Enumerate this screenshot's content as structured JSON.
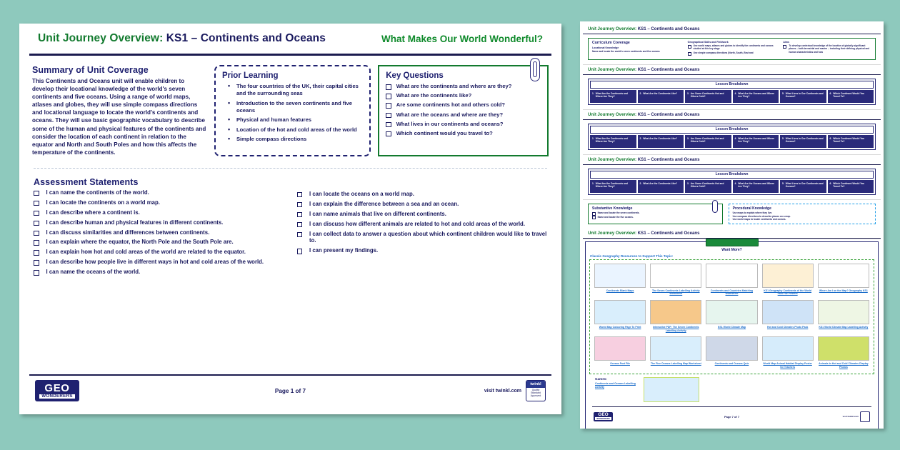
{
  "background_color": "#8ec9bd",
  "colors": {
    "navy": "#1f2170",
    "green": "#127a2e",
    "link_blue": "#1a6cc9"
  },
  "main_page": {
    "header": {
      "title_green": "Unit Journey Overview:",
      "title_navy": " KS1 – Continents and Oceans",
      "subtitle": "What Makes Our World Wonderful?"
    },
    "summary": {
      "heading": "Summary of Unit Coverage",
      "text": "This Continents and Oceans unit will enable children to develop their locational knowledge of the world's seven continents and five oceans. Using a range of world maps, atlases and globes, they will use simple compass directions and locational language to locate the world's continents and oceans. They will use basic geographic vocabulary to describe some of the human and physical features of the continents and consider the location of each continent in relation to the equator and North and South Poles and how this affects the temperature of the continents."
    },
    "prior_learning": {
      "heading": "Prior Learning",
      "items": [
        "The four countries of the UK, their capital cities and the surrounding seas",
        "Introduction to the seven continents and five oceans",
        "Physical and human features",
        "Location of the hot and cold areas of the world",
        "Simple compass directions"
      ]
    },
    "key_questions": {
      "heading": "Key Questions",
      "items": [
        "What are the continents and where are they?",
        "What are the continents like?",
        "Are some continents hot and others cold?",
        "What are the oceans and where are they?",
        "What lives in our continents and oceans?",
        "Which continent would you travel to?"
      ]
    },
    "assessment": {
      "heading": "Assessment Statements",
      "left_items": [
        "I can name the continents of the world.",
        "I can locate the continents on a world map.",
        "I can describe where a continent is.",
        "I can describe human and physical features in different continents.",
        "I can discuss similarities and differences between continents.",
        "I can explain where the equator, the North Pole and the South Pole are.",
        "I can explain how hot and cold areas of the world are related to the equator.",
        "I can describe how people live in different ways in hot and cold areas of the world.",
        "I can name the oceans of the world."
      ],
      "right_items": [
        "I can locate the oceans on a world map.",
        "I can explain the difference between a sea and an ocean.",
        "I can name animals that live on different continents.",
        "I can discuss how different animals are related to hot and cold areas of the world.",
        "I can collect data to answer a question about which continent children would like to travel to.",
        "I can present my findings."
      ]
    },
    "footer": {
      "logo_line1": "GEO",
      "logo_line2": "WONDERERS",
      "page_number": "Page 1 of 7",
      "visit_text": "visit twinkl.com",
      "badge_line1": "twinkl",
      "badge_line2": "Quality Standard Approved"
    }
  },
  "preview_stack": {
    "running_header_green": "Unit Journey Overview:",
    "running_header_navy": " KS1 – Continents and Oceans",
    "curriculum_coverage": {
      "heading": "Curriculum Coverage",
      "col1_sub": "Locational Knowledge",
      "col1_text": "Name and locate the world's seven continents and five oceans",
      "col2_sub": "Geographical Skills and Fieldwork",
      "col2_items": [
        "Use world maps, atlases and globes to identify the continents and oceans studied at this key stage",
        "Use simple compass directions (North, South, East and"
      ],
      "col3_sub": "Aims",
      "col3_items": [
        "To develop contextual knowledge of the location of globally significant places – both terrestrial and marine – including their defining physical and human characteristics and how"
      ]
    },
    "lesson_breakdown": {
      "title": "Lesson Breakdown",
      "lessons": [
        {
          "num": "1.",
          "label": "What Are the Continents and Where Are They?"
        },
        {
          "num": "2.",
          "label": "What Are the Continents Like?"
        },
        {
          "num": "3.",
          "label": "Are Some Continents Hot and Others Cold?"
        },
        {
          "num": "4.",
          "label": "What Are the Oceans and Where Are They?"
        },
        {
          "num": "5.",
          "label": "What Lives in Our Continents and Oceans?"
        },
        {
          "num": "6.",
          "label": "Which Continent Would You Travel To?"
        }
      ]
    },
    "knowledge": {
      "substantive_heading": "Substantive Knowledge",
      "substantive_items": [
        "Name and locate the seven continents.",
        "Name and locate the five oceans."
      ],
      "procedural_heading": "Procedural Knowledge",
      "procedural_items": [
        "Use maps to explain where they live.",
        "Use compass directions to describe places on a map.",
        "Use world maps to locate continents and oceans."
      ]
    },
    "want_more": {
      "tab_label": "Want More?",
      "resources_heading": "Classic Geography Resources to Support This Topic:",
      "resources": [
        {
          "caption": "Continents Blank Maps",
          "color": "#eaf4ff"
        },
        {
          "caption": "The Seven Continents Labelling Activity Worksheet",
          "color": "#ffffff"
        },
        {
          "caption": "Continents and Countries Matching Worksheet",
          "color": "#ffffff"
        },
        {
          "caption": "KS1 Geography Continents of the World Fact File Posters",
          "color": "#fdf0d5"
        },
        {
          "caption": "Where Am I on the Map? Geography KS1",
          "color": "#ffffff"
        },
        {
          "caption": "World Map Colouring Page To Print",
          "color": "#d9eefc"
        },
        {
          "caption": "Interactive PDF: The Seven Continents Labelling Activity",
          "color": "#f6c88a"
        },
        {
          "caption": "KS1 World Climate Map",
          "color": "#e6f5ee"
        },
        {
          "caption": "Hot and Cold Climates Photo Pack",
          "color": "#cfe3f7"
        },
        {
          "caption": "KS1 World Climate Map Labelling Activity",
          "color": "#eef6e4"
        },
        {
          "caption": "Oceans Fact File",
          "color": "#f7cfe0"
        },
        {
          "caption": "The Five Oceans Labelling Map Worksheet",
          "color": "#d9eefc"
        },
        {
          "caption": "Continents and Oceans Quiz",
          "color": "#cfd8e8"
        },
        {
          "caption": "World Map Animal Habitat Display Poster for Teachers",
          "color": "#d6ecfb"
        },
        {
          "caption": "Animals in Hot and Cold Climates Display Photos",
          "color": "#cfe06a"
        }
      ],
      "games_heading": "Games:",
      "games_caption": "Continents and Oceans Labelling Activity"
    },
    "footer": {
      "logo_line1": "GEO",
      "logo_line2": "WONDERERS",
      "page_number": "Page 7 of 7",
      "visit_text": "visit twinkl.com"
    }
  }
}
